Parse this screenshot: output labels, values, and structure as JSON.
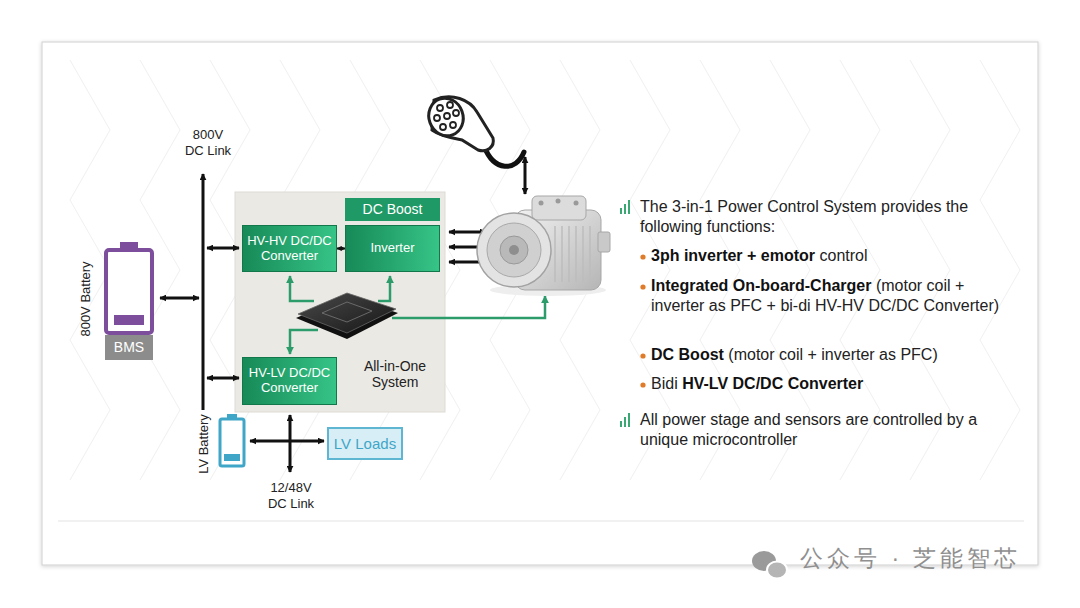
{
  "diagram": {
    "nodes": [
      {
        "text": [
          "BMS"
        ]
      },
      {
        "text": [
          "All-in-One System"
        ]
      },
      {
        "text": [
          "DC Boost"
        ],
        "in": 1
      },
      {
        "text": [
          "HV-HV DC/DC Converter"
        ],
        "in": 1
      },
      {
        "text": [
          "Inverter"
        ],
        "in": 1
      },
      {
        "text": [
          "HV-LV DC/DC Converter"
        ],
        "in": 1
      },
      {
        "text": [
          "LV Loads"
        ]
      }
    ],
    "edges": [
      {
        "from": 3,
        "to": 4,
        "arrow": "both"
      }
    ],
    "labels": [
      "800V DC Link",
      "800V Battery",
      "LV Battery",
      "12/48V DC Link",
      "The 3-in-1 Power Control System provides the following functions:",
      "3ph inverter + emotor",
      "control",
      "Integrated On-board-Charger",
      "(motor coil + inverter as PFC + bi-di HV-HV DC/DC Converter)",
      "DC Boost",
      "(motor coil + inverter as PFC)",
      "Bidi",
      "HV-LV DC/DC Converter",
      "All power stage and sensors are controlled by a unique microcontroller",
      "公众号 · 芝能智芯"
    ]
  }
}
